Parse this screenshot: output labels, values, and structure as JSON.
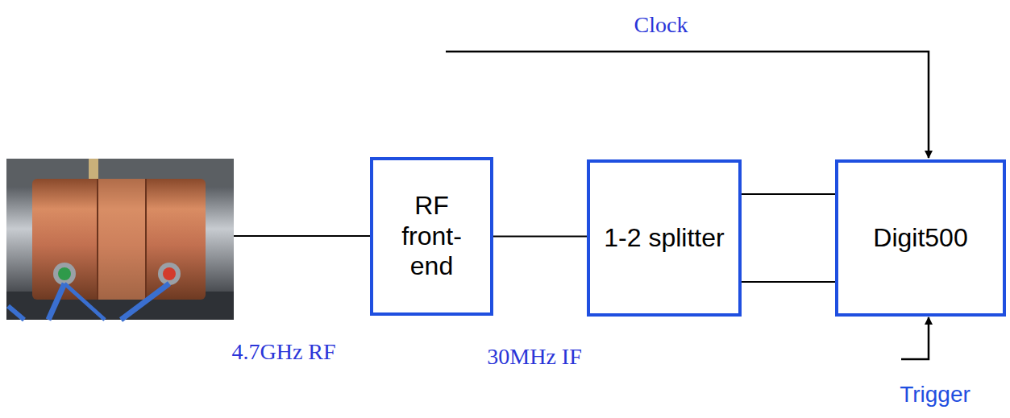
{
  "diagram": {
    "nodes": [
      {
        "text": [
          "RF front- end"
        ]
      },
      {
        "text": [
          "1-2 splitter"
        ]
      },
      {
        "text": [
          "Digit500"
        ]
      }
    ],
    "edges": [
      {
        "from": 0,
        "to": 1,
        "arrow": "none"
      },
      {
        "from": 1,
        "to": 2,
        "arrow": "none"
      },
      {
        "from": 1,
        "to": 2,
        "arrow": "none"
      }
    ],
    "labels": [
      "Clock",
      "4.7GHz RF",
      "30MHz IF",
      "Trigger"
    ]
  }
}
